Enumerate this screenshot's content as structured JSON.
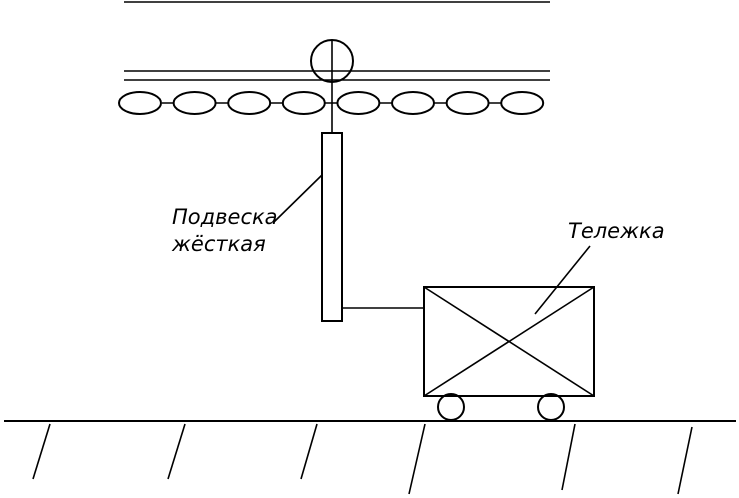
{
  "labels": {
    "hanger": [
      "Подвеска",
      "жёсткая"
    ],
    "cart": "Тележка"
  },
  "conveyor": {
    "chain_links": 8
  },
  "colors": {
    "stroke": "#000000",
    "background": "#ffffff"
  }
}
